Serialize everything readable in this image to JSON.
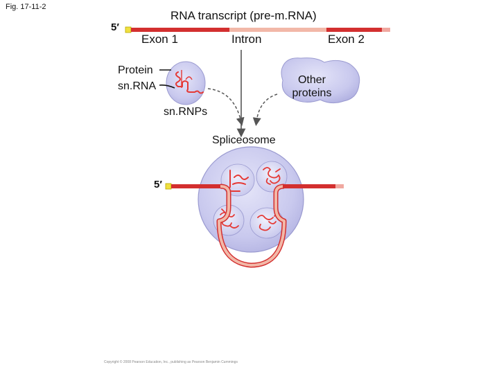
{
  "figure": {
    "label": "Fig. 17-11-2"
  },
  "labels": {
    "title": "RNA transcript (pre-m.RNA)",
    "five_prime_top": "5′",
    "five_prime_bottom": "5′",
    "exon1": "Exon 1",
    "intron": "Intron",
    "exon2": "Exon 2",
    "protein": "Protein",
    "snrna": "sn.RNA",
    "other_proteins": "Other proteins",
    "snrnps": "sn.RNPs",
    "spliceosome": "Spliceosome"
  },
  "copyright": "Copyright © 2008 Pearson Education, Inc., publishing as Pearson Benjamin Cummings",
  "colors": {
    "exon": "#d32f2f",
    "intron": "#f2b8a8",
    "cap": "#f0e040",
    "blob": "#c8c8ec",
    "blob_edge": "#9a9ad0",
    "snrna": "#e53935",
    "arrow": "#555555"
  }
}
